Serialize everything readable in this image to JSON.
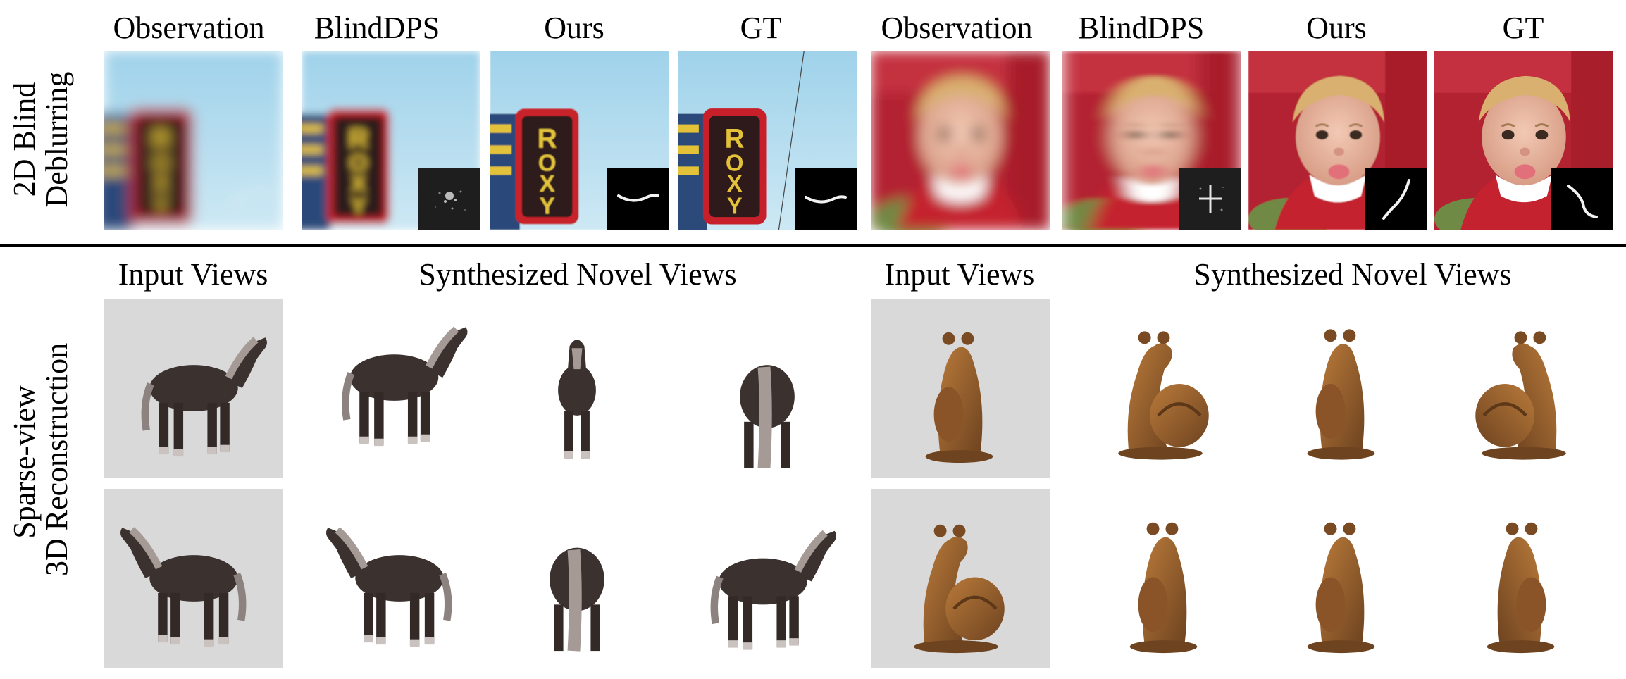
{
  "top": {
    "row_label": {
      "line1": "2D Blind",
      "line2": "Deblurring"
    },
    "headers": [
      "Observation",
      "BlindDPS",
      "Ours",
      "GT",
      "Observation",
      "BlindDPS",
      "Ours",
      "GT"
    ],
    "sign_text": "ROXY"
  },
  "bottom": {
    "row_label": {
      "line1": "Sparse-view",
      "line2": "3D Reconstruction"
    },
    "headers": [
      "Input Views",
      "Synthesized Novel Views",
      "Input Views",
      "Synthesized Novel Views"
    ]
  },
  "colors": {
    "sky": "#a9d7ec",
    "sign_red": "#c8202a",
    "sign_yellow": "#e3c23a",
    "shirt_red": "#c4222e",
    "skin": "#e8b7a0",
    "hair": "#d9b070",
    "horse": "#3b3230",
    "mane": "#a59a96",
    "snail": "#9a5f2a",
    "input_bg": "#d9d9d9"
  }
}
